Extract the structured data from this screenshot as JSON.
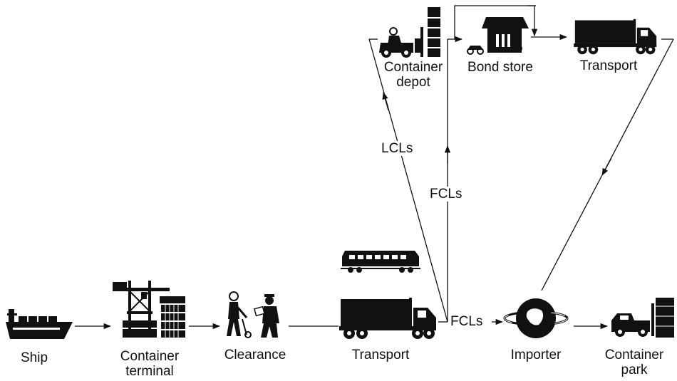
{
  "nodes": {
    "ship": {
      "label": "Ship",
      "icon": "ship-icon"
    },
    "container_terminal": {
      "label_line1": "Container",
      "label_line2": "terminal",
      "icon": "crane-icon"
    },
    "clearance": {
      "label": "Clearance",
      "icon": "customs-officers-icon"
    },
    "transport_bottom": {
      "label": "Transport",
      "icon": "truck-icon"
    },
    "train": {
      "icon": "train-icon"
    },
    "importer": {
      "label": "Importer",
      "icon": "globe-icon"
    },
    "container_park": {
      "label_line1": "Container",
      "label_line2": "park",
      "icon": "forklift-icon"
    },
    "container_depot": {
      "label_line1": "Container",
      "label_line2": "depot",
      "icon": "forklift-stack-icon"
    },
    "bond_store": {
      "label": "Bond store",
      "icon": "warehouse-icon"
    },
    "transport_top": {
      "label": "Transport",
      "icon": "truck-icon"
    }
  },
  "flow_labels": {
    "lcls": "LCLs",
    "fcls_vertical": "FCLs",
    "fcls_horizontal": "FCLs"
  }
}
